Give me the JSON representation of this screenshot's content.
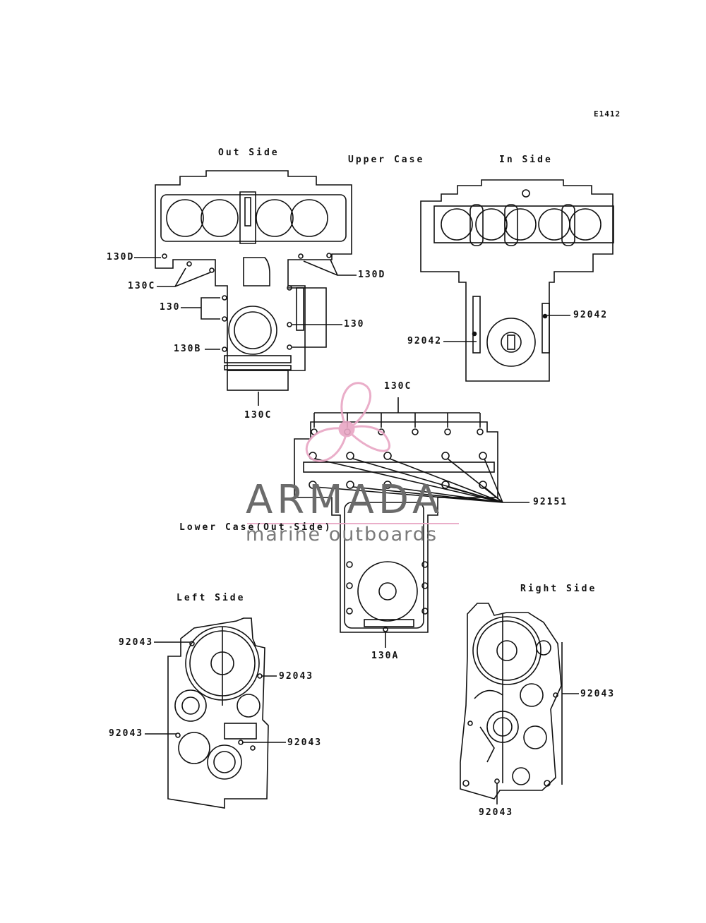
{
  "diagram_id": "E1412",
  "section_titles": {
    "out_side": "Out Side",
    "upper_case": "Upper Case",
    "in_side": "In Side",
    "lower_case_out_side": "Lower Case(Out Side)",
    "left_side": "Left Side",
    "right_side": "Right Side"
  },
  "part_labels": {
    "p_130d_left": "130D",
    "p_130d_right": "130D",
    "p_130c_upper": "130C",
    "p_130_left": "130",
    "p_130_right": "130",
    "p_130b": "130B",
    "p_130c_bottom": "130C",
    "p_130c_lower_top": "130C",
    "p_92042_right": "92042",
    "p_92042_left": "92042",
    "p_92151": "92151",
    "p_130a": "130A",
    "p_92043_ls_top": "92043",
    "p_92043_ls_right": "92043",
    "p_92043_ls_left": "92043",
    "p_92043_ls_right2": "92043",
    "p_92043_rs_right": "92043",
    "p_92043_rs_bottom": "92043"
  },
  "watermark": {
    "brand": "ARMADA",
    "tagline": "marine outboards",
    "logo_color": "#e8a6c4",
    "text_color": "#6b6b6b"
  }
}
